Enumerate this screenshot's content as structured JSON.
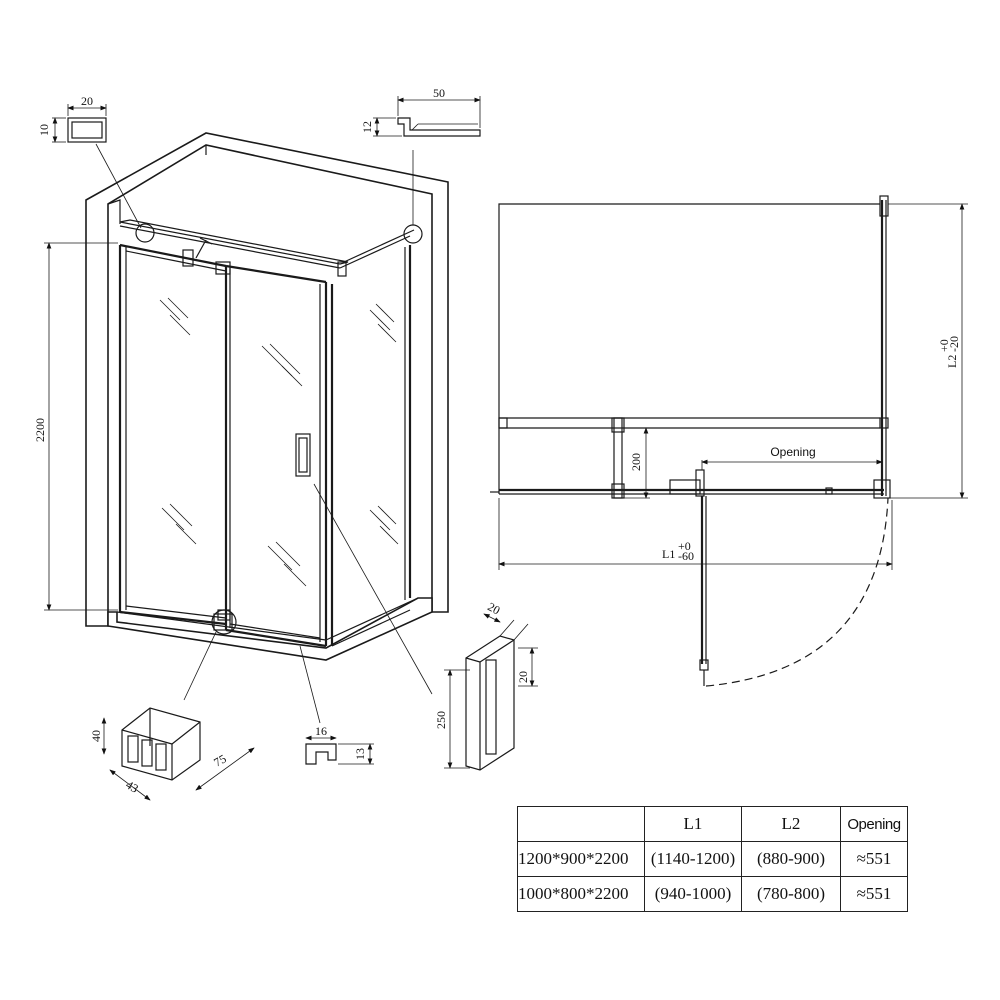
{
  "dimensions": {
    "profile_top_width": "20",
    "profile_top_height": "10",
    "wall_profile_width": "50",
    "wall_profile_height": "12",
    "height": "2200",
    "hinge_height": "40",
    "hinge_depth": "43",
    "hinge_length": "75",
    "bottom_profile_width": "16",
    "bottom_profile_height": "13",
    "handle_depth": "20",
    "handle_offset": "20",
    "handle_length": "250",
    "plan_offset": "200",
    "opening_label": "Opening",
    "l1_label": "L1",
    "l1_tol_upper": "+0",
    "l1_tol_lower": "-60",
    "l2_label": "L2",
    "l2_tol_upper": "+0",
    "l2_tol_lower": "-20"
  },
  "table": {
    "headers": [
      "",
      "L1",
      "L2",
      "Opening"
    ],
    "rows": [
      [
        "1200*900*2200",
        "(1140-1200)",
        "(880-900)",
        "≈551"
      ],
      [
        "1000*800*2200",
        "(940-1000)",
        "(780-800)",
        "≈551"
      ]
    ]
  }
}
